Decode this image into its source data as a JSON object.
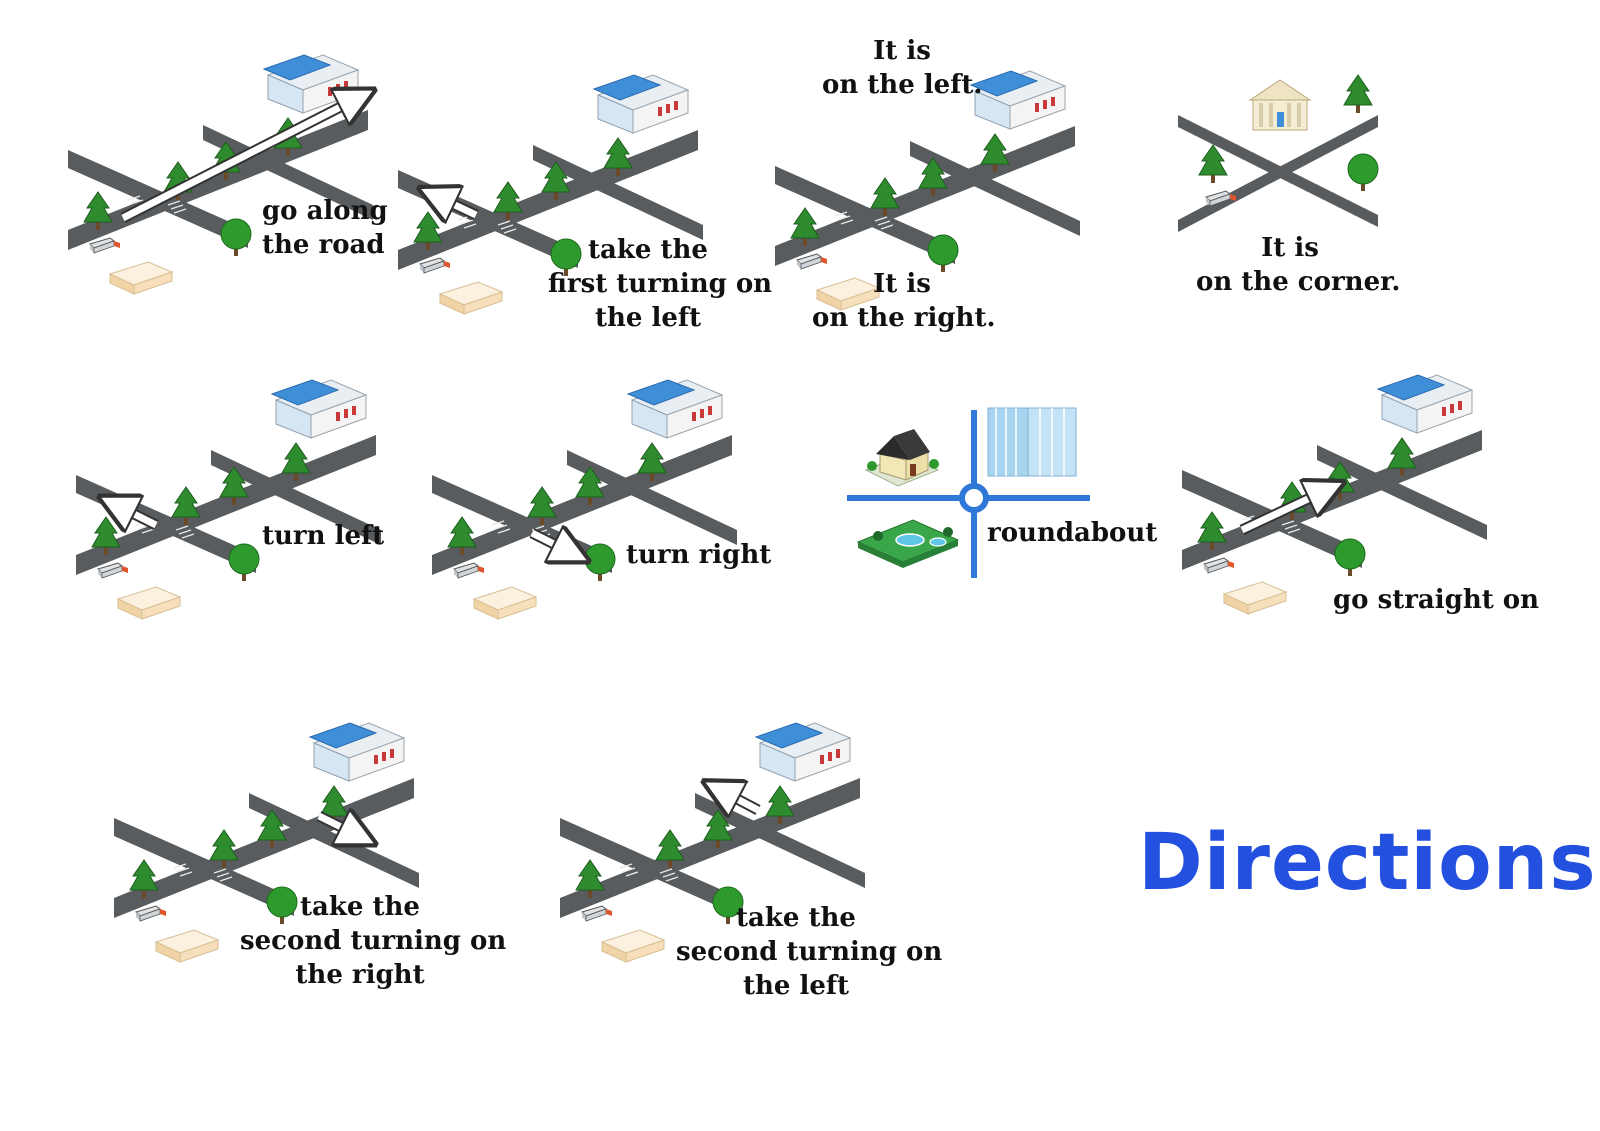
{
  "title": "Directions",
  "colors": {
    "road": "#585c5e",
    "roof": "#3f8fd8",
    "tree": "#2e8b2e",
    "roundabout": "#2f78d8",
    "title": "#2450e0"
  },
  "panels": [
    {
      "id": "go-along",
      "lines": [
        "go along",
        "the road"
      ]
    },
    {
      "id": "first-left",
      "lines": [
        "take the",
        "first turning on",
        "the left"
      ]
    },
    {
      "id": "left-right",
      "lines_top": [
        "It is",
        "on the left."
      ],
      "lines_bottom": [
        "It is",
        "on the right."
      ]
    },
    {
      "id": "corner",
      "lines": [
        "It is",
        "on the corner."
      ]
    },
    {
      "id": "turn-left",
      "lines": [
        "turn left"
      ]
    },
    {
      "id": "turn-right",
      "lines": [
        "turn right"
      ]
    },
    {
      "id": "roundabout",
      "lines": [
        "roundabout"
      ]
    },
    {
      "id": "straight-on",
      "lines": [
        "go straight on"
      ]
    },
    {
      "id": "second-right",
      "lines": [
        "take the",
        "second turning on",
        "the right"
      ]
    },
    {
      "id": "second-left",
      "lines": [
        "take the",
        "second turning on",
        "the left"
      ]
    }
  ]
}
